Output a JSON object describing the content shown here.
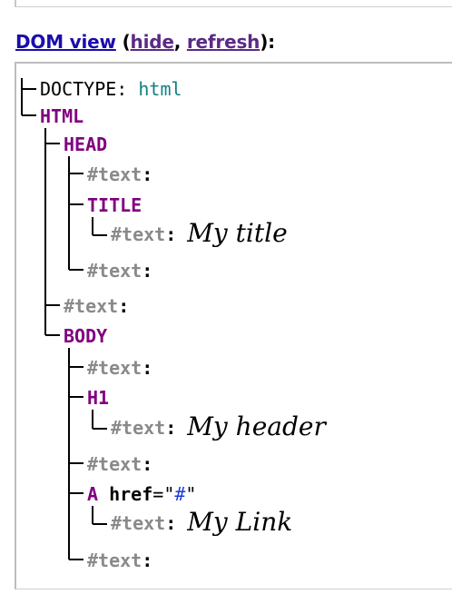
{
  "header": {
    "title": "DOM view",
    "open_paren": " (",
    "hide_label": "hide",
    "separator": ", ",
    "refresh_label": "refresh",
    "close_paren": "):"
  },
  "tree": {
    "doctype_label": "DOCTYPE",
    "doctype_colon": ": ",
    "doctype_value": "html",
    "html_tag": "HTML",
    "head_tag": "HEAD",
    "text_label": "#text",
    "colon": ":",
    "title_tag": "TITLE",
    "title_text": "My title",
    "body_tag": "BODY",
    "h1_tag": "H1",
    "h1_text": "My header",
    "a_tag": "A",
    "a_attr_name": "href",
    "a_attr_eq": "=",
    "a_attr_quote": "\"",
    "a_attr_value": "#",
    "a_text": "My Link"
  },
  "colors": {
    "tag": "#800080",
    "text_node": "#8a8a8a",
    "doctype_value": "#108080",
    "link": "#1a0dab",
    "link_visited": "#5b2a86"
  }
}
